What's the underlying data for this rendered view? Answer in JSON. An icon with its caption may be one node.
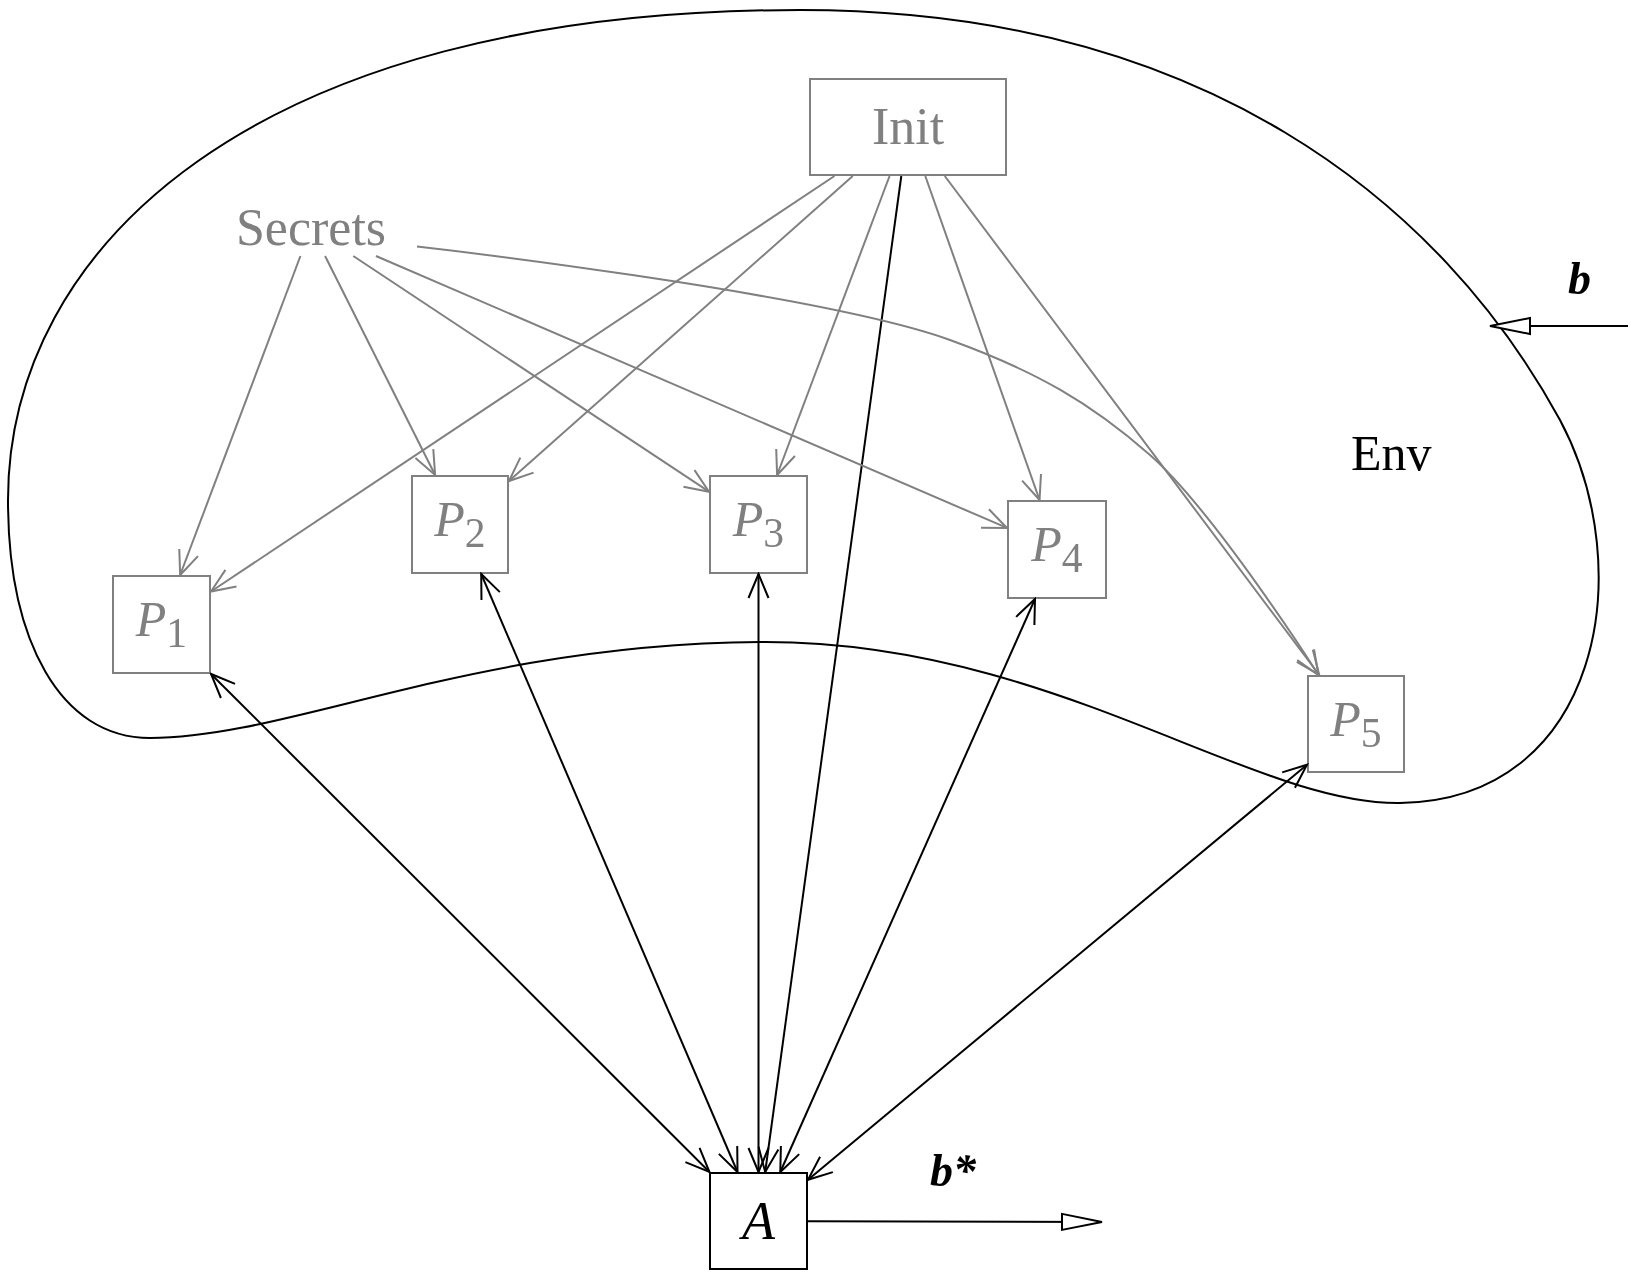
{
  "diagram": {
    "nodes": [
      {
        "text": [
          "Env"
        ]
      },
      {
        "text": [
          "Init"
        ],
        "in": 0
      },
      {
        "text": [
          "Secrets"
        ],
        "in": 0
      },
      {
        "text": [
          "*P*$_{1}$"
        ],
        "in": 0
      },
      {
        "text": [
          "*P*$_{2}$"
        ],
        "in": 0
      },
      {
        "text": [
          "*P*$_{3}$"
        ],
        "in": 0
      },
      {
        "text": [
          "*P*$_{4}$"
        ],
        "in": 0
      },
      {
        "text": [
          "*P*$_{5}$"
        ],
        "in": 0
      },
      {
        "text": [
          "A"
        ]
      }
    ],
    "edges": [
      {
        "from": 1,
        "to": 3,
        "arrow": "to"
      },
      {
        "from": 1,
        "to": 4,
        "arrow": "to"
      },
      {
        "from": 1,
        "to": 5,
        "arrow": "to"
      },
      {
        "from": 1,
        "to": 8,
        "arrow": "to",
        "color": "#000000"
      },
      {
        "from": 1,
        "to": 6,
        "arrow": "to"
      },
      {
        "from": 1,
        "to": 7,
        "arrow": "to"
      },
      {
        "from": 2,
        "to": 3,
        "arrow": "to"
      },
      {
        "from": 2,
        "to": 4,
        "arrow": "to"
      },
      {
        "from": 2,
        "to": 5,
        "arrow": "to"
      },
      {
        "from": 2,
        "to": 6,
        "arrow": "to"
      },
      {
        "from": 2,
        "to": 7,
        "arrow": "to"
      },
      {
        "from": 8,
        "to": 3,
        "arrow": "both",
        "color": "#000000"
      },
      {
        "from": 8,
        "to": 4,
        "arrow": "both",
        "color": "#000000"
      },
      {
        "from": 8,
        "to": 5,
        "arrow": "both",
        "color": "#000000"
      },
      {
        "from": 8,
        "to": 6,
        "arrow": "both",
        "color": "#000000"
      },
      {
        "from": 8,
        "to": 7,
        "arrow": "both",
        "color": "#000000"
      },
      {
        "from": null,
        "to": 0,
        "arrow": "to",
        "label": "b",
        "color": "#000000"
      },
      {
        "from": 8,
        "to": null,
        "arrow": "to",
        "label": "b*",
        "color": "#000000"
      }
    ]
  }
}
